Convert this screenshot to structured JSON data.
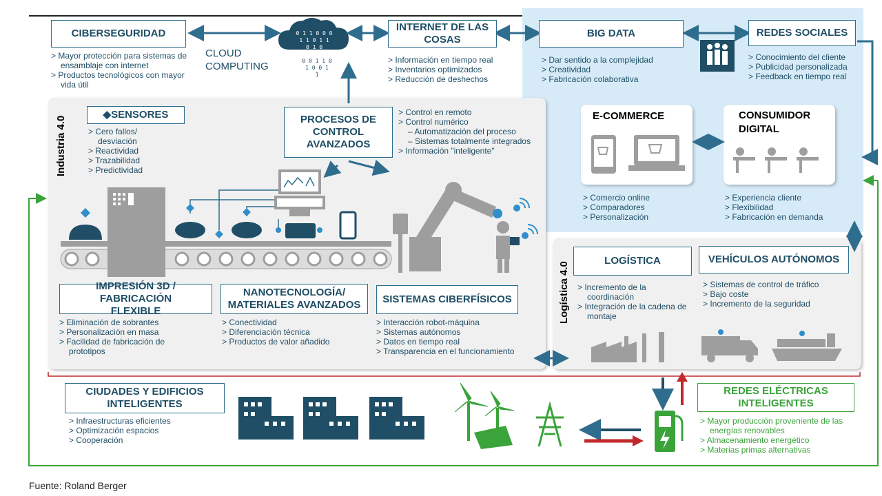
{
  "ciberseguridad": {
    "title": "CIBERSEGURIDAD",
    "items": [
      "Mayor protección para sistemas de ensamblaje con internet",
      "Productos tecnológicos con mayor vida útil"
    ]
  },
  "cloud": {
    "label1": "CLOUD",
    "label2": "COMPUTING",
    "binary": [
      "0 1 1 0 0 0",
      "1 1 0 1 1",
      "0 1 0",
      "0 0 1 1 0",
      "1 0 0 1",
      "1"
    ]
  },
  "iot": {
    "title1": "INTERNET DE LAS",
    "title2": "COSAS",
    "items": [
      "Información en tiempo real",
      "Inventarios optimizados",
      "Reducción de deshechos"
    ]
  },
  "bigdata": {
    "title": "BIG DATA",
    "items": [
      "Dar sentido a la complejidad",
      "Creatividad",
      "Fabricación colaborativa"
    ]
  },
  "redes": {
    "title": "REDES SOCIALES",
    "items": [
      "Conocimiento del cliente",
      "Publicidad personalizada",
      "Feedback en tiempo real"
    ]
  },
  "industria_label": "Industria 4.0",
  "sensores": {
    "title": "◆SENSORES",
    "items": [
      "Cero fallos/ desviación",
      "Reactividad",
      "Trazabilidad",
      "Predictividad"
    ]
  },
  "procesos": {
    "title": "PROCESOS DE CONTROL AVANZADOS",
    "items": [
      "Control en remoto",
      "Control numérico"
    ],
    "subitems": [
      "Automatización del proceso",
      "Sistemas totalmente integrados"
    ],
    "item_last": "Información \"inteligente\""
  },
  "ecommerce": {
    "title": "E-COMMERCE",
    "items": [
      "Comercio online",
      "Comparadores",
      "Personalización"
    ]
  },
  "consumidor": {
    "title1": "CONSUMIDOR",
    "title2": "DIGITAL",
    "items": [
      "Experiencia cliente",
      "Flexibilidad",
      "Fabricación en demanda"
    ]
  },
  "impresion": {
    "title": "IMPRESIÓN 3D / FABRICACIÓN FLEXIBLE",
    "items": [
      "Eliminación de sobrantes",
      "Personalización en masa",
      "Facilidad de fabricación de prototipos"
    ]
  },
  "nano": {
    "title": "NANOTECNOLOGÍA/ MATERIALES AVANZADOS",
    "items": [
      "Conectividad",
      "Diferenciación técnica",
      "Productos de valor añadido"
    ]
  },
  "ciberfisicos": {
    "title": "SISTEMAS CIBERFÍSICOS",
    "items": [
      "Interacción robot-máquina",
      "Sistemas autónomos",
      "Datos en tiempo real",
      "Transparencia en el funcionamiento"
    ]
  },
  "logistica_label": "Logística 4.0",
  "logistica": {
    "title": "LOGÍSTICA",
    "items": [
      "Incremento de la coordinación",
      "Integración de la cadena de montaje"
    ]
  },
  "vehiculos": {
    "title": "VEHÍCULOS AUTÓNOMOS",
    "items": [
      "Sistemas de control de tráfico",
      "Bajo coste",
      "Incremento de la seguridad"
    ]
  },
  "ciudades": {
    "title": "CIUDADES Y EDIFICIOS INTELIGENTES",
    "items": [
      "Infraestructuras eficientes",
      "Optimización espacios",
      "Cooperación"
    ]
  },
  "electricas": {
    "title": "REDES ELÉCTRICAS INTELIGENTES",
    "items": [
      "Mayor producción proveniente de las energías renovables",
      "Almacenamiento energético",
      "Materias primas alternativas"
    ]
  },
  "source": "Fuente: Roland Berger",
  "colors": {
    "navy": "#1f4e66",
    "light_blue": "#d6ebf7",
    "green": "#3aa33a",
    "red": "#c0282b",
    "grey": "#9e9e9e"
  }
}
